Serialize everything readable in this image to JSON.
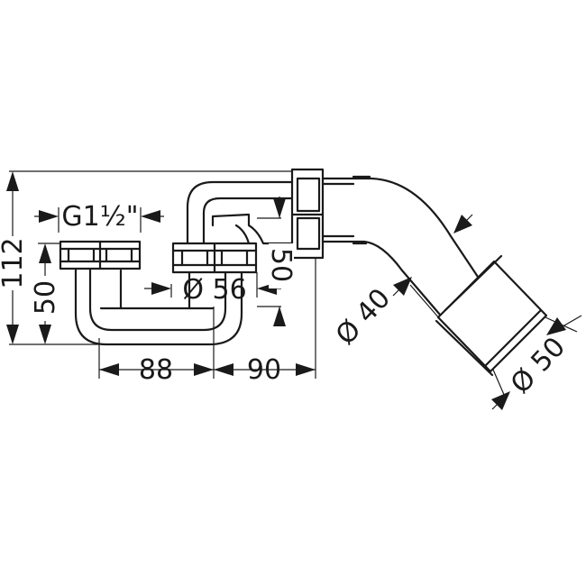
{
  "dimensions": {
    "height_total": "112",
    "height_lower": "50",
    "thread": "G1½\"",
    "diameter_56": "Ø 56",
    "height_right": "50",
    "width_left": "88",
    "width_right": "90",
    "diameter_40": "Ø 40",
    "diameter_50": "Ø 50"
  },
  "colors": {
    "ink": "#1a1a1a",
    "background": "#ffffff"
  }
}
